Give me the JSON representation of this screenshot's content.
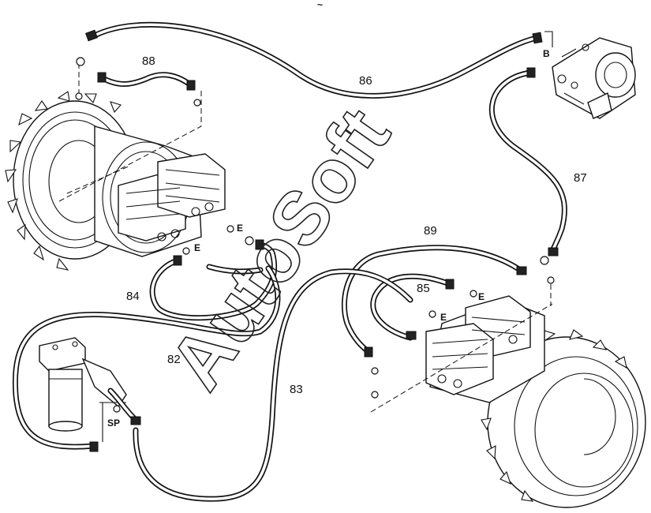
{
  "labels": {
    "hose_86": "86",
    "hose_87": "87",
    "hose_88": "88",
    "hose_89": "89",
    "hose_85": "85",
    "hose_84": "84",
    "hose_82": "82",
    "hose_83": "83",
    "port_b": "B",
    "port_e1": "E",
    "port_e2": "E",
    "port_e3": "E",
    "port_e4": "E",
    "port_sp": "SP",
    "top_mark": "~"
  },
  "watermark": "AutoSoft"
}
